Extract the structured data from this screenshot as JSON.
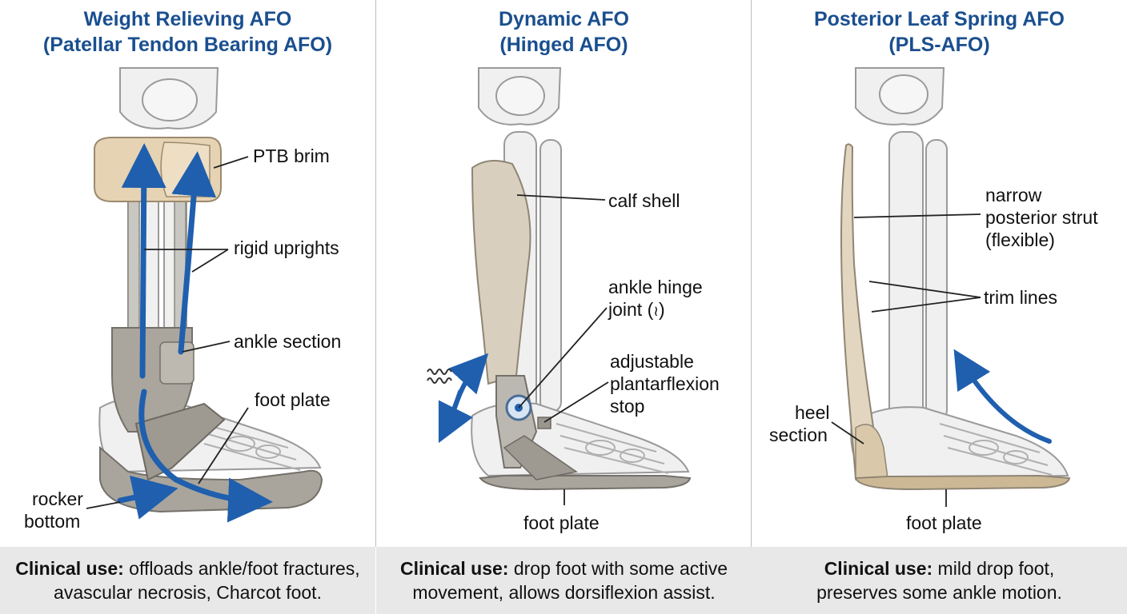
{
  "panels": [
    {
      "title_line1": "Weight Relieving AFO",
      "title_line2": "(Patellar Tendon Bearing AFO)",
      "labels": {
        "ptb_brim": "PTB brim",
        "rigid_uprights": "rigid uprights",
        "ankle_section": "ankle section",
        "foot_plate": "foot plate",
        "rocker_line1": "rocker",
        "rocker_line2": "bottom"
      },
      "clinical_prefix": "Clinical use:",
      "clinical_line1": " offloads ankle/foot fractures,",
      "clinical_line2": "avascular necrosis, Charcot foot."
    },
    {
      "title_line1": "Dynamic AFO",
      "title_line2": "(Hinged AFO)",
      "labels": {
        "calf_shell": "calf shell",
        "hinge_line1": "ankle hinge",
        "hinge_line2": "joint (",
        "hinge_line2_end": ")",
        "stop_line1": "adjustable",
        "stop_line2": "plantarflexion",
        "stop_line3": "stop",
        "foot_plate": "foot plate"
      },
      "clinical_prefix": "Clinical use:",
      "clinical_line1": " drop foot with some active",
      "clinical_line2": "movement, allows dorsiflexion assist."
    },
    {
      "title_line1": "Posterior Leaf Spring AFO",
      "title_line2": "(PLS-AFO)",
      "labels": {
        "strut_line1": "narrow",
        "strut_line2": "posterior strut",
        "strut_line3": "(flexible)",
        "trim_lines": "trim lines",
        "heel_line1": "heel",
        "heel_line2": "section",
        "foot_plate": "foot plate"
      },
      "clinical_prefix": "Clinical use:",
      "clinical_line1": " mild drop foot,",
      "clinical_line2": "preserves some ankle motion."
    }
  ],
  "colors": {
    "title": "#1a4f8f",
    "arrow": "#1f5fae",
    "brace_tan": "#e6d3b3",
    "brace_gray": "#a9a59c",
    "bone": "#eeeeee",
    "footer_bg": "#e8e8e8"
  }
}
